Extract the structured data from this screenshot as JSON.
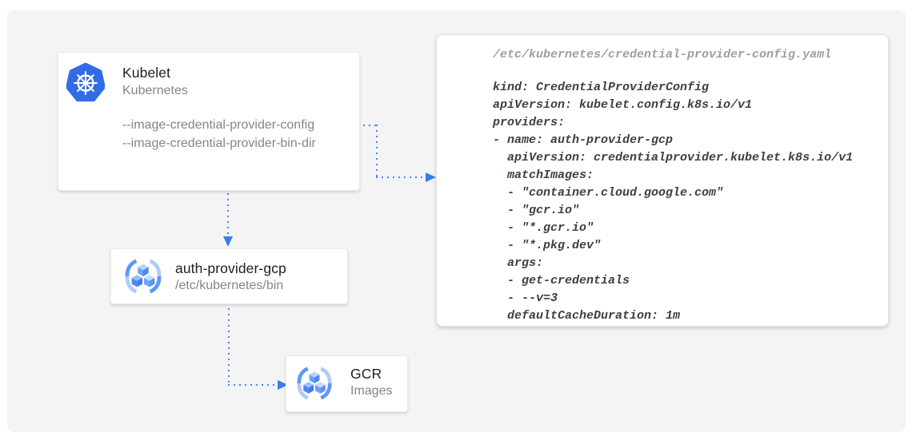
{
  "colors": {
    "accent_blue": "#4285f4",
    "arrowhead_blue": "#3d7bea",
    "kubernetes_blue": "#326ce5",
    "gcr_icon_blue_dark": "#5e97f6",
    "gcr_icon_blue_light": "#aecbfa",
    "panel_background": "#f4f4f4",
    "title_text": "#202124",
    "muted_text": "#80868b",
    "code_text": "#3c4043",
    "code_filename_text": "#9aa0a6"
  },
  "nodes": {
    "kubelet": {
      "icon": "kubernetes-icon",
      "title": "Kubelet",
      "subtitle": "Kubernetes",
      "flags": [
        "--image-credential-provider-config",
        "--image-credential-provider-bin-dir"
      ]
    },
    "auth_provider": {
      "icon": "gcr-cubes-icon",
      "title": "auth-provider-gcp",
      "subtitle": "/etc/kubernetes/bin"
    },
    "gcr": {
      "icon": "gcr-cubes-icon",
      "title": "GCR",
      "subtitle": "Images"
    }
  },
  "code_panel": {
    "filename": "/etc/kubernetes/credential-provider-config.yaml",
    "lines": [
      "kind: CredentialProviderConfig",
      "apiVersion: kubelet.config.k8s.io/v1",
      "providers:",
      "- name: auth-provider-gcp",
      "  apiVersion: credentialprovider.kubelet.k8s.io/v1",
      "  matchImages:",
      "  - \"container.cloud.google.com\"",
      "  - \"gcr.io\"",
      "  - \"*.gcr.io\"",
      "  - \"*.pkg.dev\"",
      "  args:",
      "  - get-credentials",
      "  - --v=3",
      "  defaultCacheDuration: 1m"
    ]
  },
  "connections": [
    {
      "from": "kubelet --image-credential-provider-config",
      "to": "credential-provider-config.yaml"
    },
    {
      "from": "kubelet",
      "to": "auth-provider-gcp"
    },
    {
      "from": "auth-provider-gcp",
      "to": "GCR images"
    }
  ]
}
